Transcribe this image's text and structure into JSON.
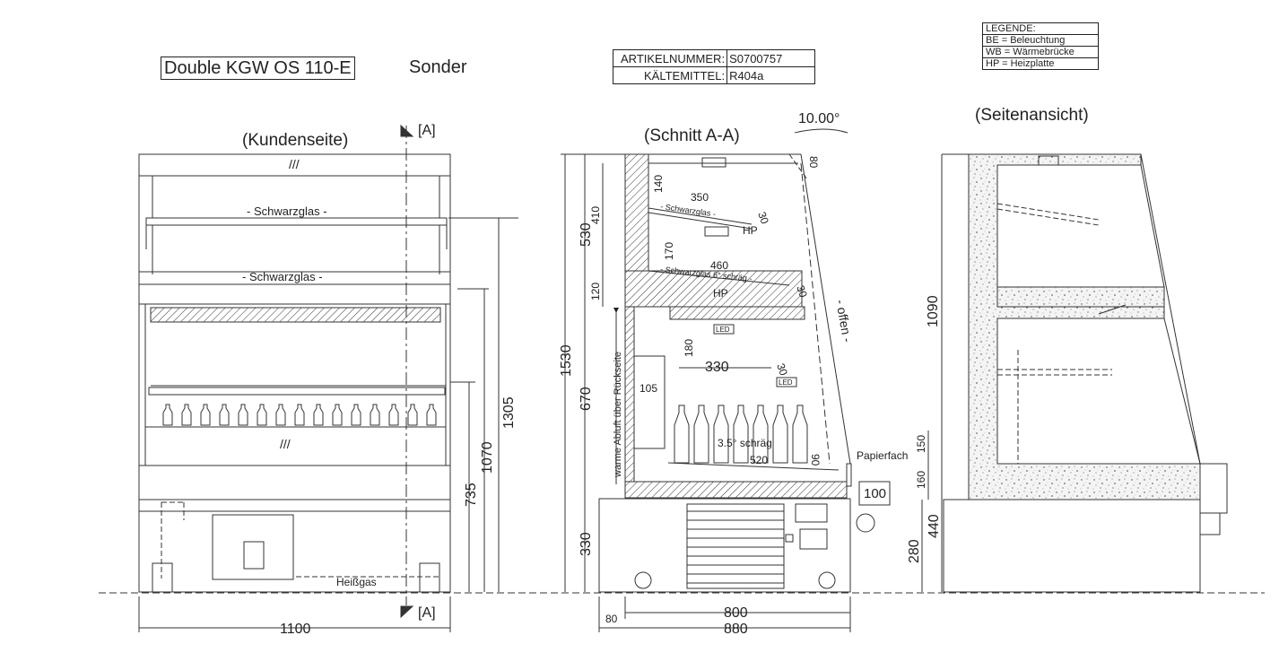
{
  "header": {
    "model_name": "Double KGW OS 110-E",
    "model_suffix": "Sonder"
  },
  "article_table": {
    "rows": [
      {
        "label": "ARTIKELNUMMER:",
        "value": "S0700757"
      },
      {
        "label": "KÄLTEMITTEL:",
        "value": "R404a"
      }
    ]
  },
  "legend": {
    "title": "LEGENDE:",
    "items": [
      "BE = Beleuchtung",
      "WB = Wärmebrücke",
      "HP = Heizplatte"
    ]
  },
  "views": {
    "front": {
      "title": "(Kundenseite)",
      "section_marker_top": "[A]",
      "section_marker_bottom": "[A]",
      "label_glass_upper": "- Schwarzglas -",
      "label_glass_lower": "- Schwarzglas -",
      "label_heat": "Heißgas",
      "dims": {
        "width": "1100",
        "h1305": "1305",
        "h1070": "1070",
        "h735": "735"
      }
    },
    "section": {
      "title": "(Schnitt A-A)",
      "angle": "10.00°",
      "label_open": "- offen -",
      "label_paper": "Papierfach",
      "label_air": "warme Abluft über Rückseite",
      "label_glass1": "- Schwarzglas -",
      "label_glass2": "- Schwarzglas 6° schräg -",
      "label_slope": "3.5° schräg",
      "led": "LED",
      "hp": "HP",
      "dims": {
        "d80top": "80",
        "d140": "140",
        "d350": "350",
        "d30a": "30",
        "d170": "170",
        "d460": "460",
        "d30b": "30",
        "d120": "120",
        "d410": "410",
        "d530": "530",
        "d1530": "1530",
        "d670": "670",
        "d180": "180",
        "d330": "330",
        "d30c": "30",
        "d105": "105",
        "d520": "520",
        "d90": "90",
        "d100": "100",
        "d330b": "330",
        "d800": "800",
        "d880": "880",
        "d80b": "80"
      }
    },
    "side": {
      "title": "(Seitenansicht)",
      "dims": {
        "d1090": "1090",
        "d150": "150",
        "d160": "160",
        "d280": "280",
        "d440": "440"
      }
    }
  }
}
